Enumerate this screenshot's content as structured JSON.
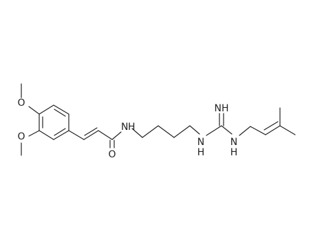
{
  "structure": {
    "atom_labels": {
      "methoxy_o_top": "O",
      "methoxy_o_bottom": "O",
      "amide_nh": "N",
      "amide_h": "H",
      "carbonyl_o": "O",
      "guanidine_nh_left": "N",
      "guanidine_nh_left_h": "H",
      "imine_nh": "NH",
      "guanidine_nh_right": "N",
      "guanidine_nh_right_h": "H"
    },
    "colors": {
      "ink": "#222222",
      "background": "#ffffff"
    }
  }
}
